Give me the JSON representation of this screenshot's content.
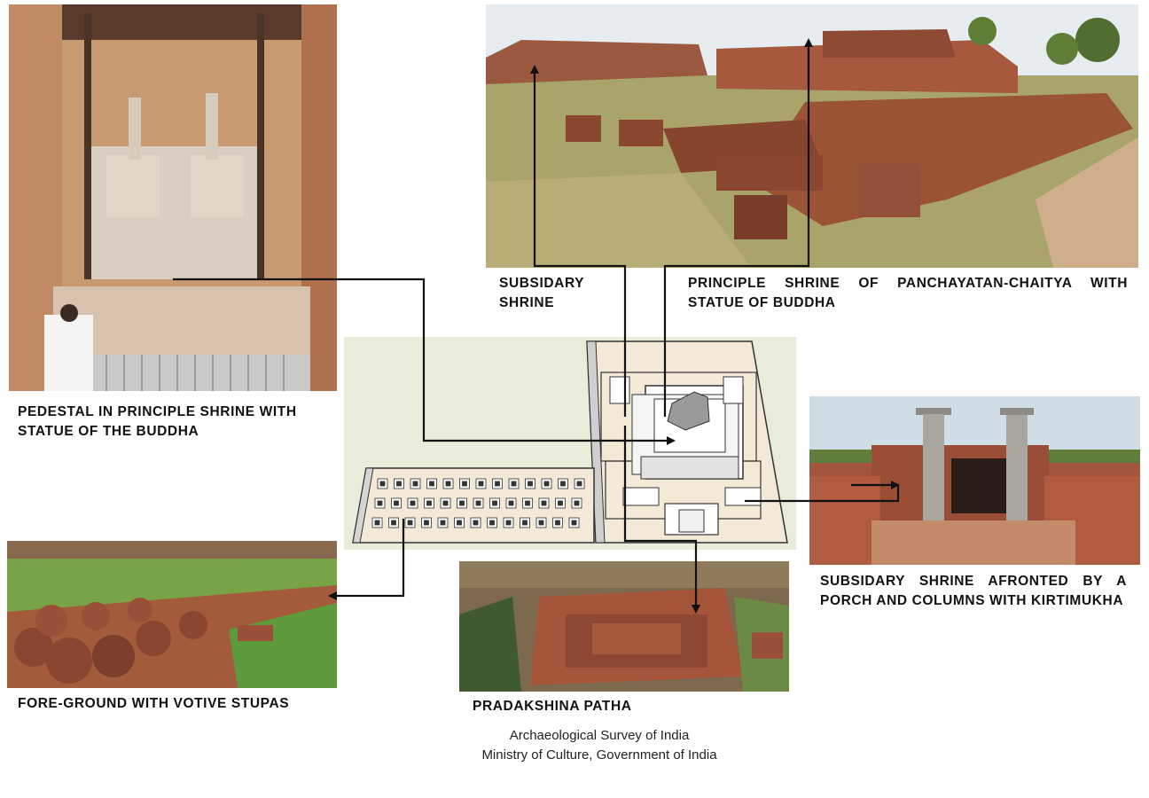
{
  "captions": {
    "pedestal": "PEDESTAL IN PRINCIPLE SHRINE WITH STATUE OF THE BUDDHA",
    "subsidiary_shrine": "SUBSIDARY SHRINE",
    "principle_shrine": "PRINCIPLE SHRINE OF PANCHAYATAN-CHAITYA WITH STATUE OF BUDDHA",
    "porch": "SUBSIDARY SHRINE AFRONTED BY A PORCH AND COLUMNS WITH KIRTIMUKHA",
    "votive": "FORE-GROUND WITH VOTIVE STUPAS",
    "pradakshina": "PRADAKSHINA PATHA"
  },
  "credit": {
    "line1": "Archaeological Survey of India",
    "line2": "Ministry of Culture, Government of India"
  },
  "colors": {
    "brick": "#a0523a",
    "brick_dark": "#6e3326",
    "grass": "#6f8f3a",
    "sky": "#dfe7ec",
    "plan_base": "#f3e9d6",
    "plan_wall": "#ffffff",
    "arrow": "#111111"
  }
}
